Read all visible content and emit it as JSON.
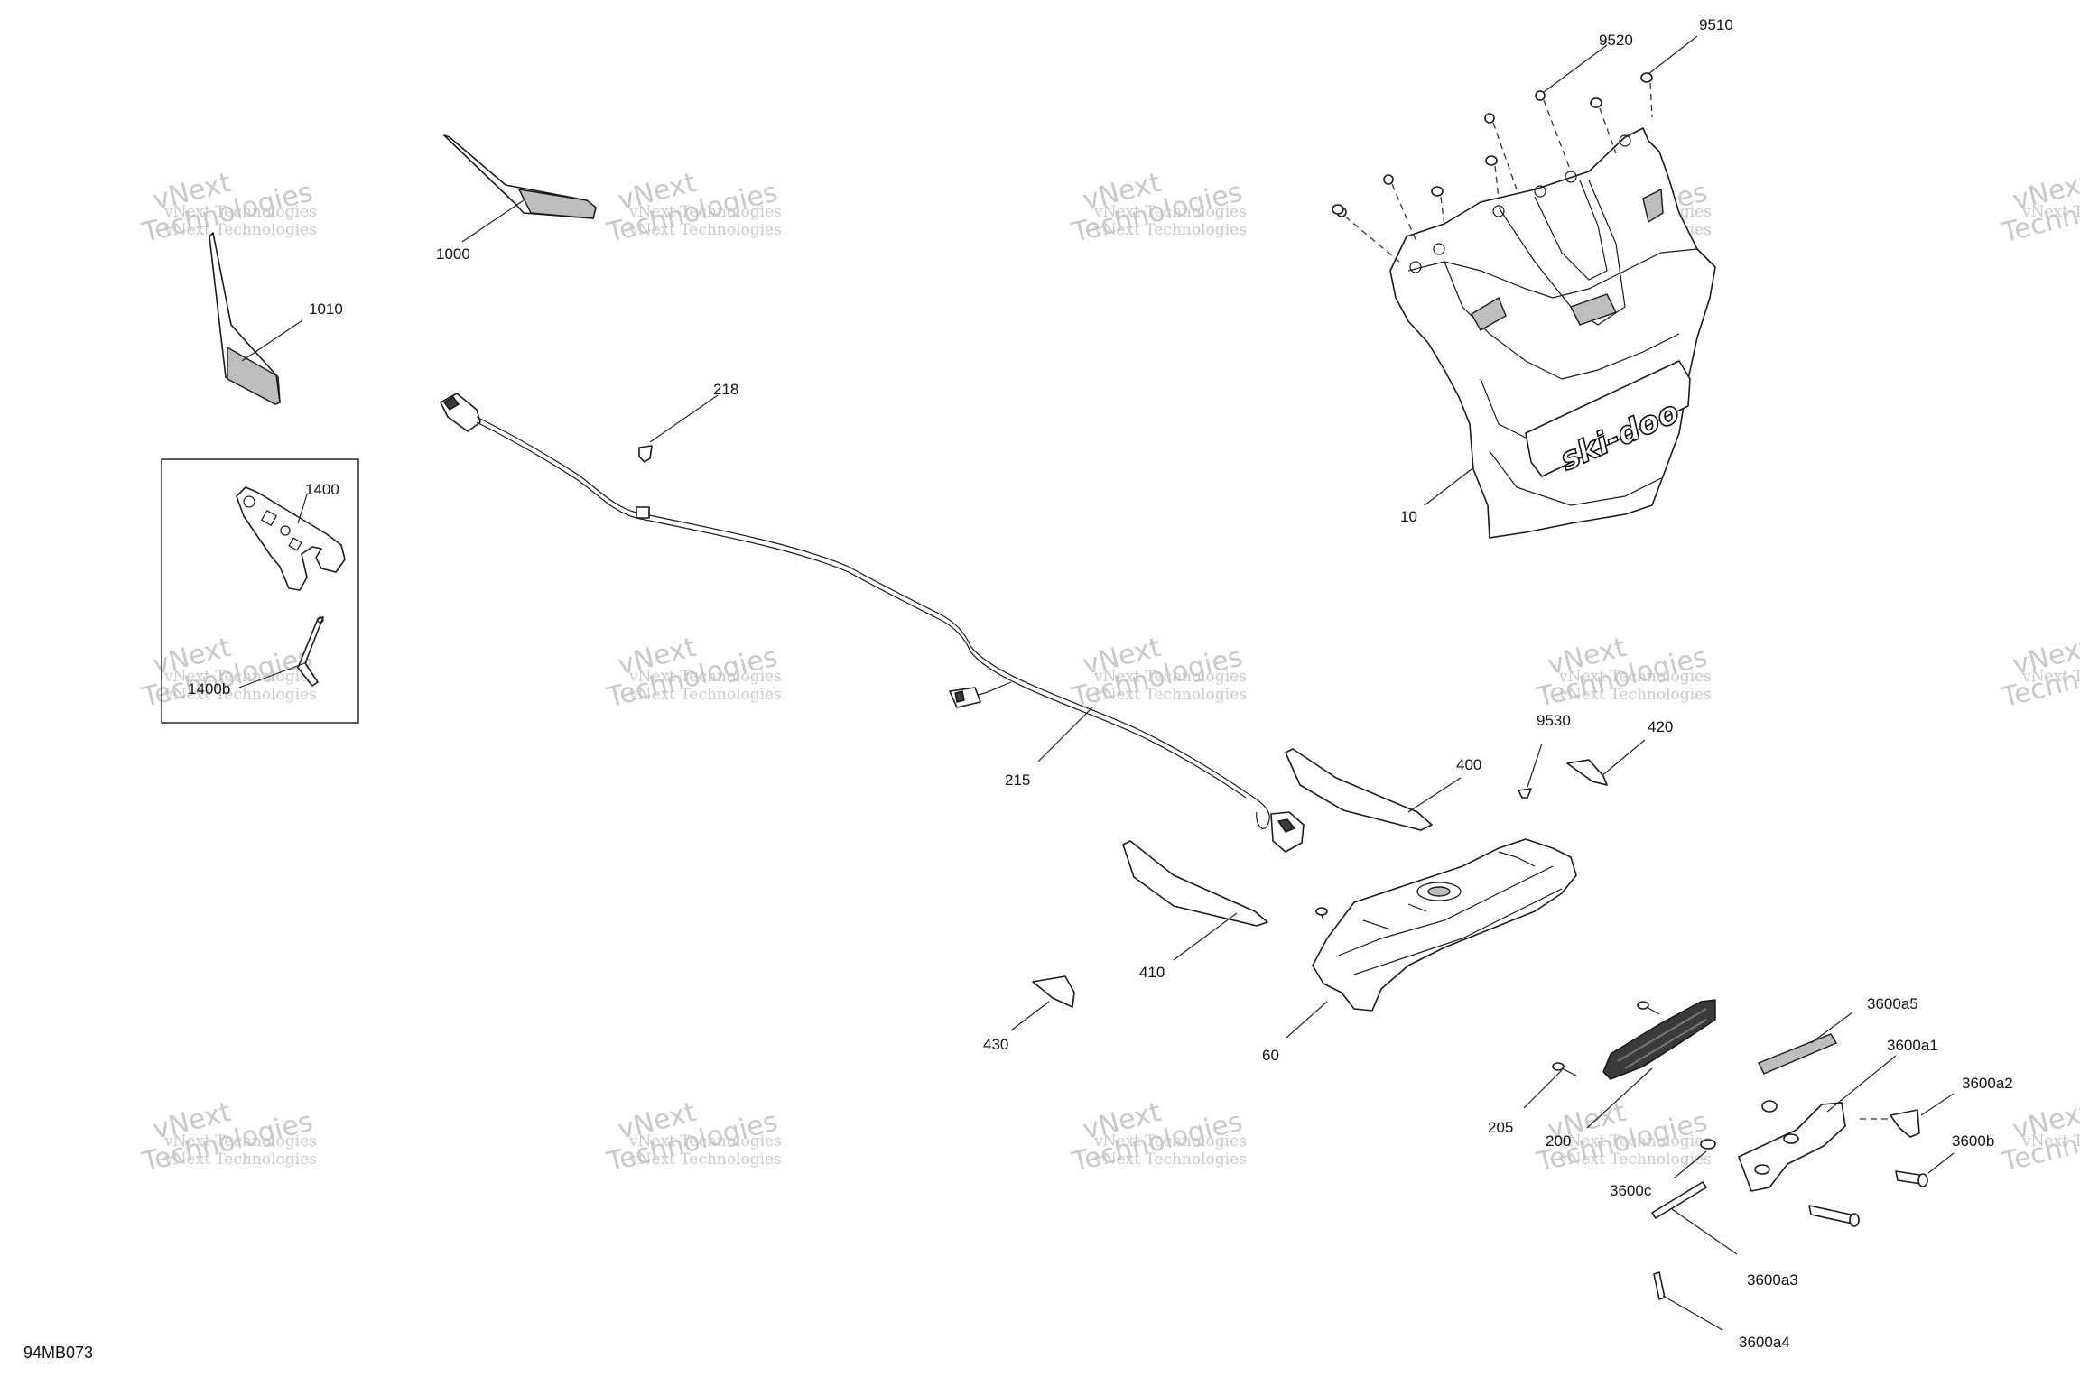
{
  "diagram_code": "94MB073",
  "watermark": {
    "line1": "vNext Technologies",
    "line2": "vNext",
    "line3": "Technologies"
  },
  "callouts": {
    "c9520": "9520",
    "c9510": "9510",
    "c1000": "1000",
    "c1010": "1010",
    "c218": "218",
    "c1400": "1400",
    "c1400b": "1400b",
    "c10": "10",
    "c9530": "9530",
    "c420": "420",
    "c400": "400",
    "c215": "215",
    "c410": "410",
    "c430": "430",
    "c60": "60",
    "c3600a5": "3600a5",
    "c3600a1": "3600a1",
    "c3600a2": "3600a2",
    "c205": "205",
    "c200": "200",
    "c3600b": "3600b",
    "c3600c": "3600c",
    "c3600a3": "3600a3",
    "c3600a4": "3600a4"
  },
  "logo_text": "ski-doo"
}
